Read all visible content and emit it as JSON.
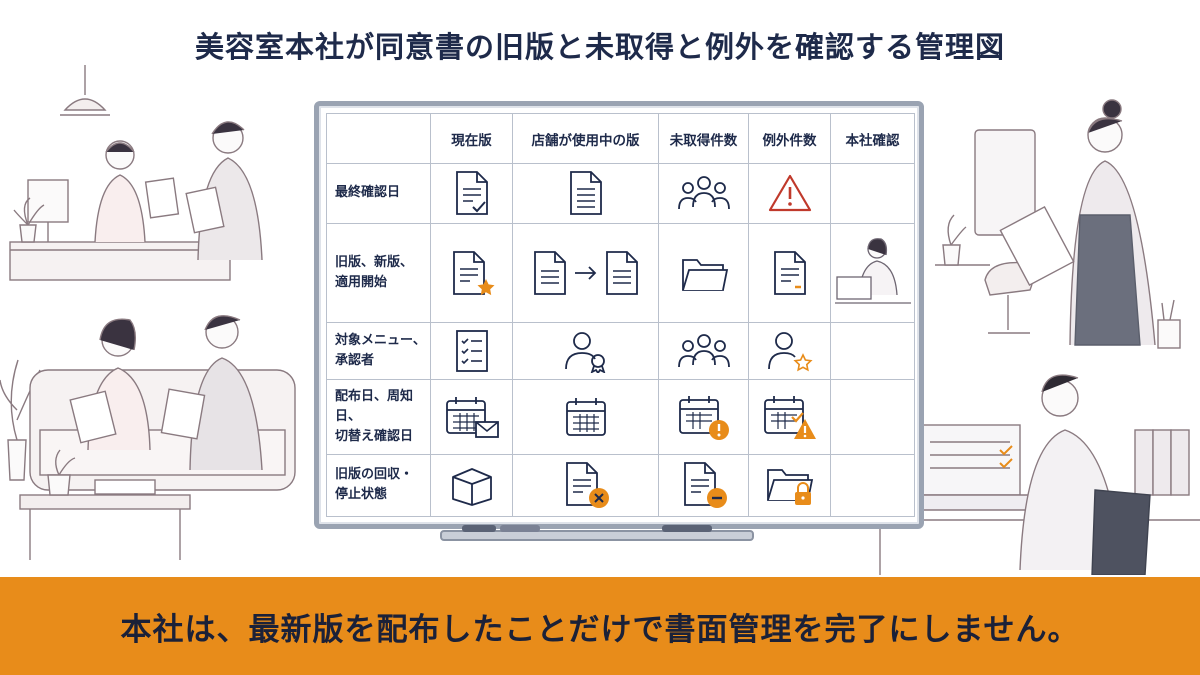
{
  "title": "美容室本社が同意書の旧版と未取得と例外を確認する管理図",
  "table": {
    "columns": [
      "",
      "現在版",
      "店舗が使用中の版",
      "未取得件数",
      "例外件数",
      "本社確認"
    ],
    "rows": [
      {
        "label_lines": [
          "最終確認日"
        ],
        "icons": [
          "document-check-icon",
          "document-icon",
          "people-group-icon",
          "warning-triangle-icon",
          ""
        ]
      },
      {
        "label_lines": [
          "旧版、新版、",
          "適用開始"
        ],
        "icons": [
          "document-star-icon",
          "document-arrow-document-icon",
          "folder-icon",
          "document-minus-icon",
          "hq-staff-laptop-icon"
        ]
      },
      {
        "label_lines": [
          "対象メニュー、",
          "承認者"
        ],
        "icons": [
          "checklist-icon",
          "person-badge-icon",
          "people-group-icon",
          "person-star-icon",
          ""
        ]
      },
      {
        "label_lines": [
          "配布日、周知日、",
          "切替え確認日"
        ],
        "icons": [
          "calendar-mail-icon",
          "calendar-icon",
          "calendar-alert-icon",
          "calendar-warning-icon",
          ""
        ]
      },
      {
        "label_lines": [
          "旧版の回収・",
          "停止状態"
        ],
        "icons": [
          "box-icon",
          "document-x-icon",
          "document-minus-icon",
          "folder-lock-icon",
          ""
        ]
      }
    ]
  },
  "banner": "本社は、最新版を配布したことだけで書面管理を完了にしません。",
  "colors": {
    "navy": "#1e2a4a",
    "line": "#b9c0cc",
    "accent_orange": "#e88c1a",
    "warning_red": "#c0392b"
  }
}
